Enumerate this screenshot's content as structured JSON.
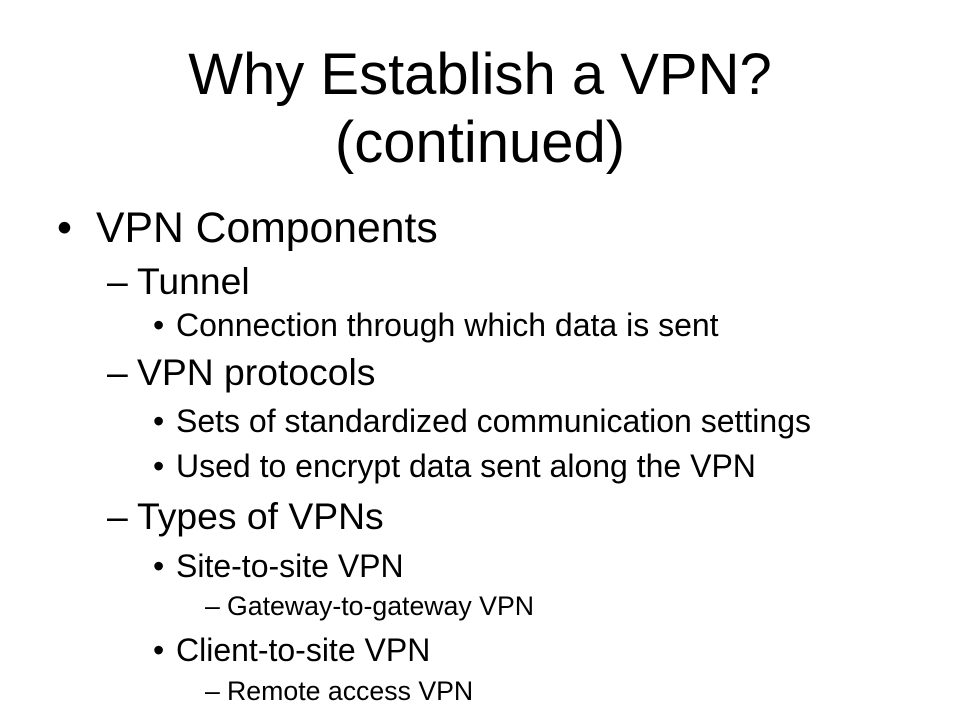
{
  "slide": {
    "title": {
      "line1": "Why Establish a VPN?",
      "line2": "(continued)"
    },
    "items": [
      {
        "marker": "•",
        "text": "VPN Components",
        "children": [
          {
            "marker": "–",
            "text": "Tunnel",
            "children": [
              {
                "marker": "•",
                "text": "Connection through which data is sent"
              }
            ]
          },
          {
            "marker": "–",
            "text": "VPN protocols",
            "children": [
              {
                "marker": "•",
                "text": "Sets of standardized communication settings"
              },
              {
                "marker": "•",
                "text": "Used to encrypt data sent along the VPN"
              }
            ]
          },
          {
            "marker": "–",
            "text": "Types of VPNs",
            "children": [
              {
                "marker": "•",
                "text": "Site-to-site VPN",
                "children": [
                  {
                    "marker": "–",
                    "text": "Gateway-to-gateway VPN"
                  }
                ]
              },
              {
                "marker": "•",
                "text": "Client-to-site VPN",
                "children": [
                  {
                    "marker": "–",
                    "text": "Remote access VPN"
                  }
                ]
              }
            ]
          }
        ]
      }
    ]
  }
}
